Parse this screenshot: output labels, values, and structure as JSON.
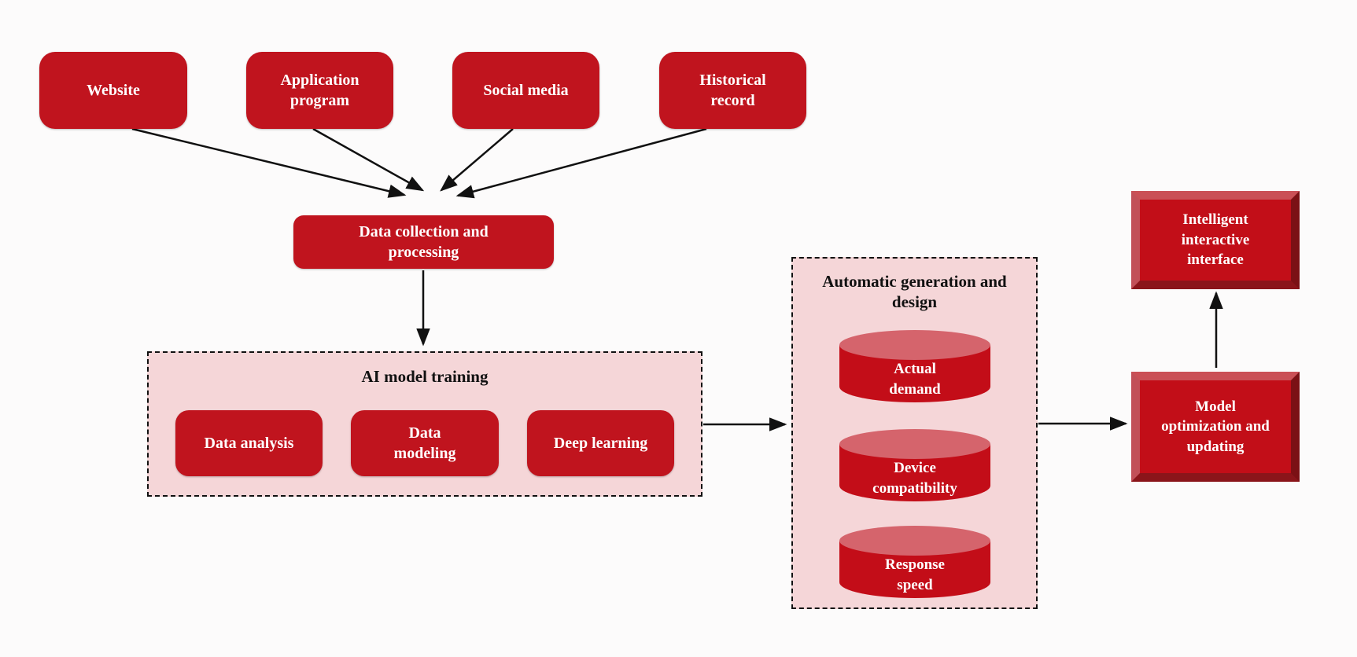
{
  "diagram": {
    "sources": [
      {
        "id": "website",
        "label": "Website"
      },
      {
        "id": "application-program",
        "label": "Application program"
      },
      {
        "id": "social-media",
        "label": "Social media"
      },
      {
        "id": "historical-record",
        "label": "Historical record"
      }
    ],
    "data_collection": {
      "label": "Data collection and processing"
    },
    "ai_training": {
      "title": "AI model training",
      "items": [
        {
          "id": "data-analysis",
          "label": "Data analysis"
        },
        {
          "id": "data-modeling",
          "label": "Data modeling"
        },
        {
          "id": "deep-learning",
          "label": "Deep learning"
        }
      ]
    },
    "auto_generation": {
      "title": "Automatic generation and design",
      "items": [
        {
          "id": "actual-demand",
          "label": "Actual demand"
        },
        {
          "id": "device-compatibility",
          "label": "Device compatibility"
        },
        {
          "id": "response-speed",
          "label": "Response speed"
        }
      ]
    },
    "model_optimization": {
      "label": "Model optimization and updating"
    },
    "intelligent_interface": {
      "label": "Intelligent interactive interface"
    },
    "edges": [
      {
        "from": "website",
        "to": "data-collection"
      },
      {
        "from": "application-program",
        "to": "data-collection"
      },
      {
        "from": "social-media",
        "to": "data-collection"
      },
      {
        "from": "historical-record",
        "to": "data-collection"
      },
      {
        "from": "data-collection",
        "to": "ai-model-training"
      },
      {
        "from": "ai-model-training",
        "to": "automatic-generation-and-design"
      },
      {
        "from": "automatic-generation-and-design",
        "to": "model-optimization"
      },
      {
        "from": "model-optimization",
        "to": "intelligent-interface"
      }
    ]
  },
  "colors": {
    "node_red": "#c0141e",
    "container_pink": "#f5d6d8",
    "cylinder_top": "#d5646c",
    "cylinder_body": "#c30d18",
    "bevel_center": "#c20e18",
    "bevel_top": "#ca5056",
    "bevel_left": "#c25058",
    "bevel_right": "#7b1115",
    "bevel_bottom": "#8a151a",
    "arrow": "#111111",
    "text_light": "#ffffff",
    "text_dark": "#111111"
  }
}
